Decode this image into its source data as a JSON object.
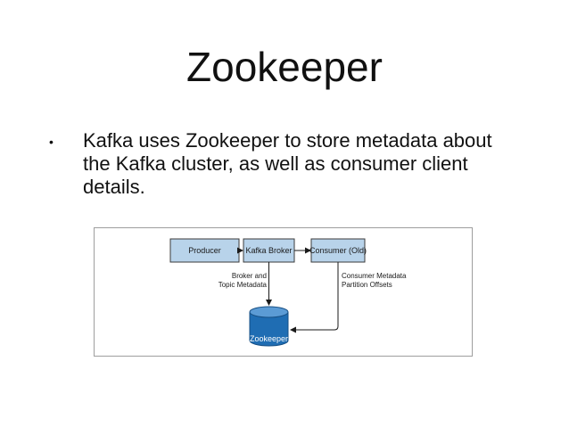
{
  "slide": {
    "title": "Zookeeper",
    "bullets": [
      {
        "text": "Kafka uses Zookeeper to store metadata about the Kafka cluster, as well as consumer client details."
      }
    ]
  },
  "diagram": {
    "nodes": {
      "producer": "Producer",
      "broker": "Kafka Broker",
      "consumer": "Consumer (Old)",
      "zookeeper": "Zookeeper"
    },
    "edge_labels": {
      "broker_line1": "Broker and",
      "broker_line2": "Topic Metadata",
      "consumer_line1": "Consumer Metadata",
      "consumer_line2": "Partition Offsets"
    },
    "colors": {
      "box_fill": "#b8d3ea",
      "box_stroke": "#3b3b3b",
      "db_fill": "#1f6db3",
      "db_top": "#5b9bd5"
    }
  }
}
